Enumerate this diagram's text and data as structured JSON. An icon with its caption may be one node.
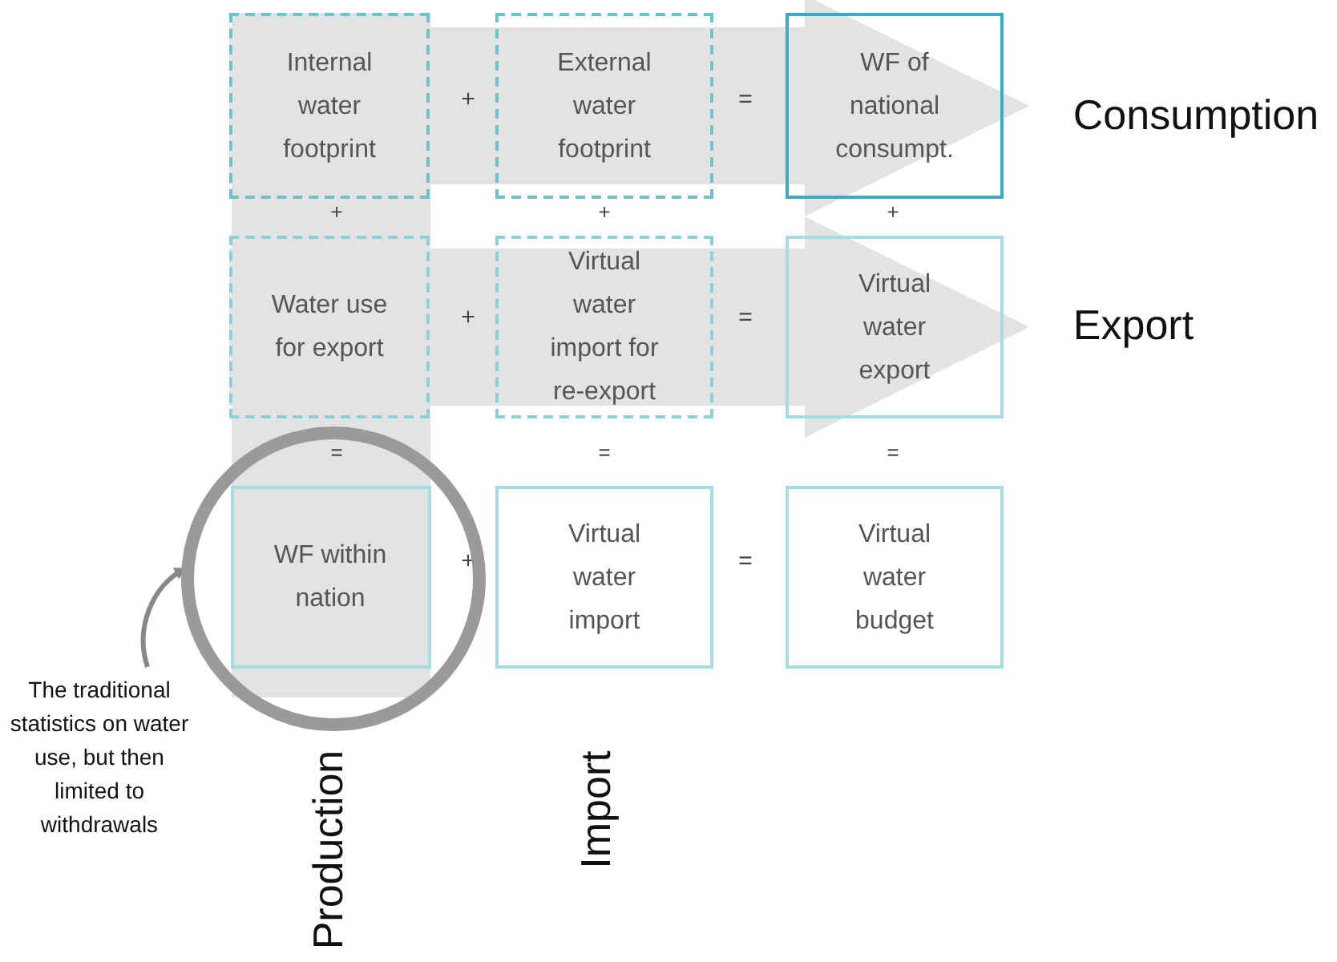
{
  "diagram": {
    "nodes": [
      {
        "text": [
          "Internal water footprint"
        ]
      },
      {
        "text": [
          "External water footprint"
        ]
      },
      {
        "text": [
          "WF of national consumpt."
        ]
      },
      {
        "text": [
          "Water use for export"
        ]
      },
      {
        "text": [
          "Virtual water import for re-export"
        ]
      },
      {
        "text": [
          "Virtual water export"
        ]
      },
      {
        "text": [
          "WF within nation"
        ],
        "in": 9
      },
      {
        "text": [
          "Virtual water import"
        ]
      },
      {
        "text": [
          "Virtual water budget"
        ]
      },
      {
        "text": [],
        "shape": "circle"
      },
      {
        "text": [
          "The traditional statistics on water use, but then limited to withdrawals"
        ]
      }
    ],
    "edges": [
      {
        "from": 10,
        "to": 9,
        "arrow": "to",
        "color": "#888888"
      },
      {
        "from": 0,
        "to": 2,
        "arrow": "to",
        "style": "thick"
      },
      {
        "from": 3,
        "to": 5,
        "arrow": "to",
        "style": "thick"
      },
      {
        "from": 0,
        "to": 6,
        "arrow": "none",
        "style": "thick"
      }
    ],
    "labels": [
      "+",
      "=",
      "Consumption",
      "+",
      "+",
      "+",
      "+",
      "=",
      "Export",
      "=",
      "=",
      "=",
      "+",
      "=",
      "Production",
      "Import"
    ]
  }
}
